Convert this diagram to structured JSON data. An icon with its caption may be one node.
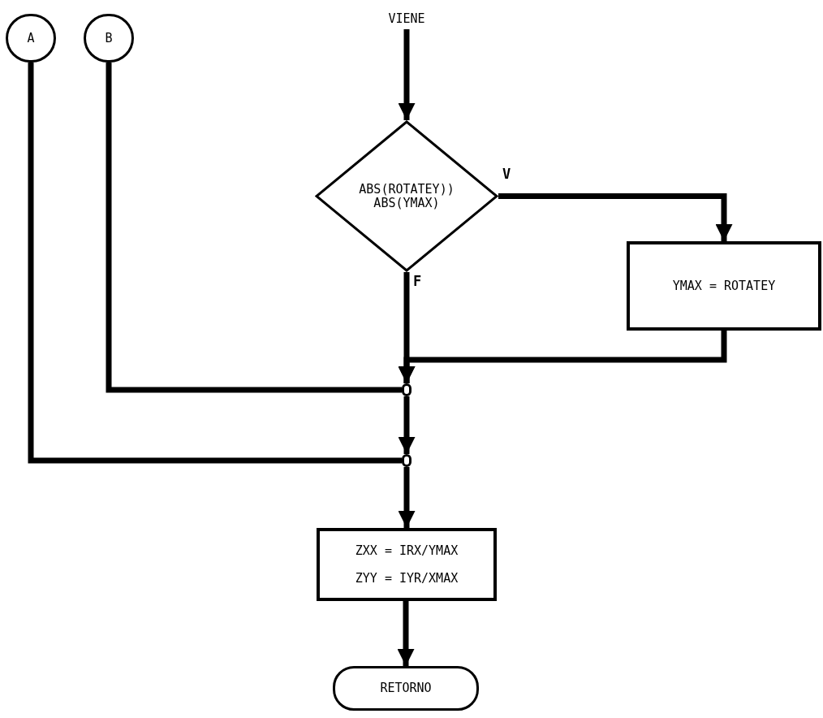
{
  "diagram": {
    "nodes": [
      {
        "text": [
          "A"
        ]
      },
      {
        "text": [
          "B"
        ]
      },
      {
        "text": [
          "VIENE"
        ]
      },
      {
        "text": [
          "ABS(ROTATEY)) ABS(YMAX)"
        ]
      },
      {
        "text": [
          "YMAX = ROTATEY"
        ]
      },
      {
        "text": [],
        "shape": "circle"
      },
      {
        "text": [],
        "shape": "circle"
      },
      {
        "text": [
          "ZXX = IRX/YMAX",
          "ZYY = IYR/XMAX"
        ]
      },
      {
        "text": [
          "RETORNO"
        ]
      }
    ],
    "edges": [
      {
        "from": 2,
        "to": 3,
        "arrow": "to"
      },
      {
        "from": 3,
        "to": 4,
        "arrow": "to",
        "label": "V"
      },
      {
        "from": 3,
        "to": 5,
        "arrow": "to",
        "label": "F"
      },
      {
        "from": 4,
        "to": 5,
        "arrow": "to"
      },
      {
        "from": 1,
        "to": 5,
        "arrow": "none"
      },
      {
        "from": 5,
        "to": 6,
        "arrow": "to"
      },
      {
        "from": 0,
        "to": 6,
        "arrow": "none"
      },
      {
        "from": 6,
        "to": 7,
        "arrow": "to"
      },
      {
        "from": 7,
        "to": 8,
        "arrow": "to"
      }
    ]
  }
}
